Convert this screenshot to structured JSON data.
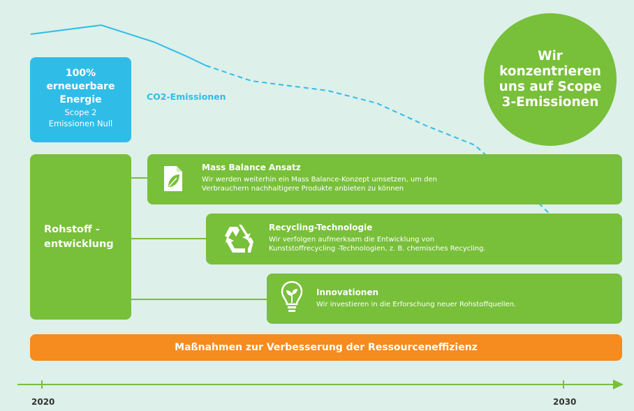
{
  "co2_label": "CO2-Emissionen",
  "energy_box": {
    "line1": "100%",
    "line2": "erneuerbare",
    "line3": "Energie",
    "sub1": "Scope 2",
    "sub2": "Emissionen Null"
  },
  "scope_circle": {
    "text": "Wir konzentrieren uns auf Scope 3-Emissionen"
  },
  "rohstoff": {
    "line1": "Rohstoff -",
    "line2": "entwicklung"
  },
  "cards": [
    {
      "icon": "leaf-document-icon",
      "title": "Mass Balance Ansatz",
      "body1": "Wir werden weiterhin ein Mass Balance-Konzept umsetzen, um den",
      "body2": "Verbrauchern nachhaltigere Produkte anbieten zu können"
    },
    {
      "icon": "recycling-icon",
      "title": "Recycling-Technologie",
      "body1": "Wir verfolgen aufmerksam die Entwicklung von",
      "body2": "Kunststoffrecycling -Technologien, z. B. chemisches Recycling."
    },
    {
      "icon": "lightbulb-plant-icon",
      "title": "Innovationen",
      "body1": "Wir investieren in die Erforschung neuer Rohstoffquellen."
    }
  ],
  "measures_bar": "Maßnahmen zur Verbesserung der Ressourceneffizienz",
  "timeline": {
    "start_year": "2020",
    "end_year": "2030"
  },
  "colors": {
    "background": "#ddf0ea",
    "blue": "#2fbde7",
    "green": "#78bf3a",
    "orange": "#f68b1f"
  }
}
